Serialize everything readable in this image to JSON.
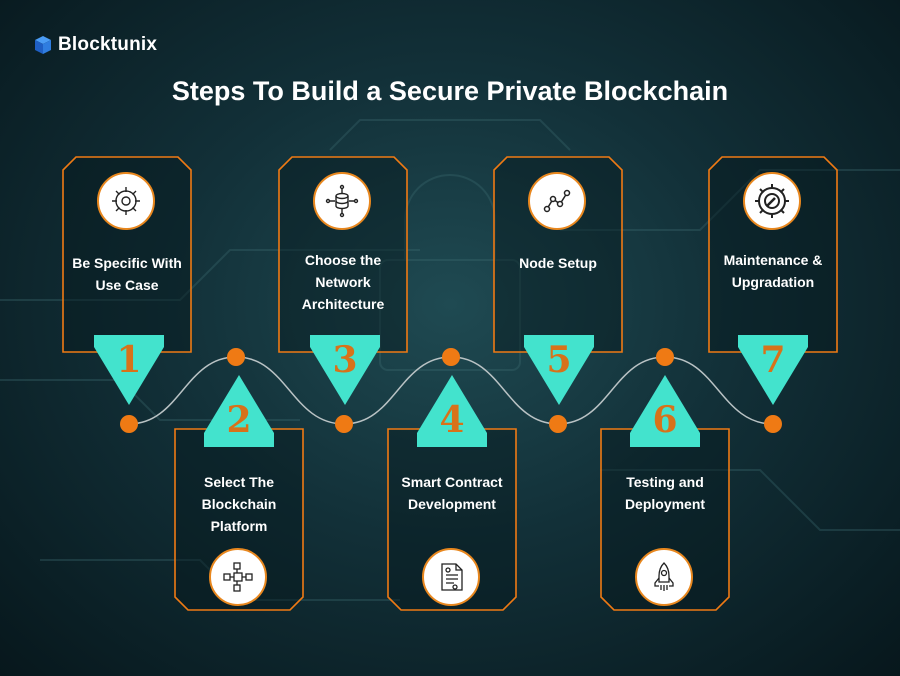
{
  "brand": {
    "name": "Blocktunix",
    "icon": "cube-icon"
  },
  "title": "Steps To Build a Secure Private Blockchain",
  "colors": {
    "accent": "#ef7a14",
    "teal": "#43e3cd",
    "number": "#d7721a"
  },
  "steps": [
    {
      "number": "1",
      "label": "Be Specific With Use Case",
      "icon": "gear-target-icon"
    },
    {
      "number": "2",
      "label": "Select The Blockchain Platform",
      "icon": "blockchain-network-icon"
    },
    {
      "number": "3",
      "label": "Choose the Network Architecture",
      "icon": "database-network-icon"
    },
    {
      "number": "4",
      "label": "Smart Contract Development",
      "icon": "contract-document-icon"
    },
    {
      "number": "5",
      "label": "Node Setup",
      "icon": "node-graph-icon"
    },
    {
      "number": "6",
      "label": "Testing and Deployment",
      "icon": "rocket-deploy-icon"
    },
    {
      "number": "7",
      "label": "Maintenance & Upgradation",
      "icon": "maintenance-gear-icon"
    }
  ]
}
